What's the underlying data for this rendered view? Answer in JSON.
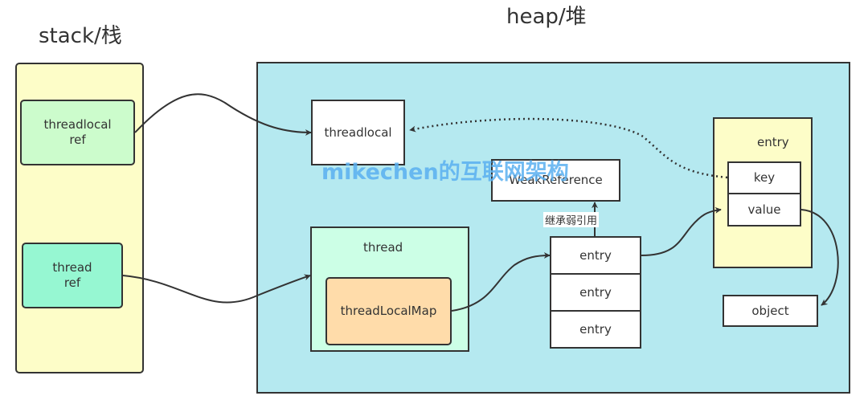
{
  "titles": {
    "stack": "stack/栈",
    "heap": "heap/堆"
  },
  "stack": {
    "threadlocal_ref": "threadlocal\nref",
    "thread_ref": "thread\nref"
  },
  "heap": {
    "threadlocal": "threadlocal",
    "weak_reference": "WeakReference",
    "inherit_label": "继承弱引用",
    "thread_label": "thread",
    "thread_local_map": "threadLocalMap",
    "entries": [
      "entry",
      "entry",
      "entry"
    ],
    "entry_detail": {
      "title": "entry",
      "key": "key",
      "value": "value"
    },
    "object": "object"
  },
  "watermark": "mikechen的互联网架构",
  "colors": {
    "stack_bg": "#fdfdc8",
    "heap_bg": "#b5e9f0",
    "threadlocal_ref_bg": "#ccfccc",
    "thread_ref_bg": "#96f7d2",
    "thread_bg": "#ccffe6",
    "thread_local_map_bg": "#ffdcaa",
    "entry_detail_bg": "#fdfdc8",
    "watermark": "#5ab0f0"
  }
}
